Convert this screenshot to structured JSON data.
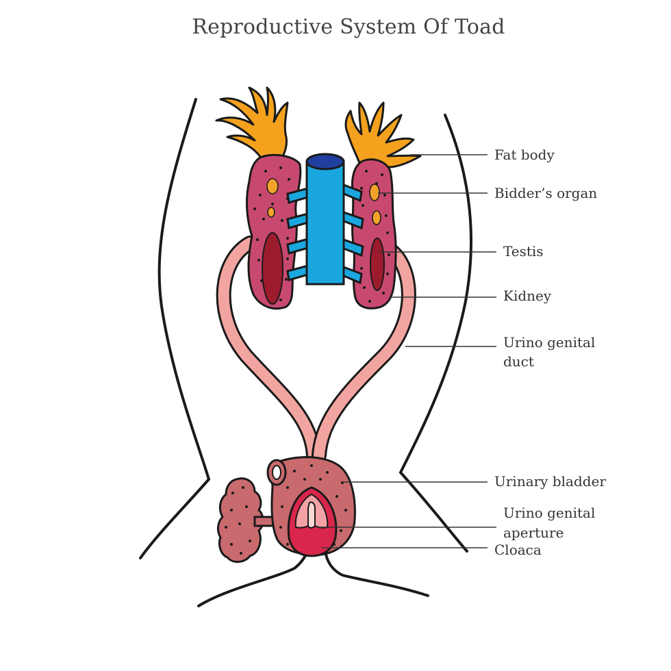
{
  "title": "Reproductive System Of  Toad",
  "labels": {
    "fat_body": "Fat body",
    "bidders_organ": "Bidder’s organ",
    "testis": "Testis",
    "kidney": "Kidney",
    "urino_genital_duct_line1": "Urino genital",
    "urino_genital_duct_line2": "duct",
    "urinary_bladder": "Urinary bladder",
    "urino_genital_aperture_line1": "Urino genital",
    "urino_genital_aperture_line2": "aperture",
    "cloaca": "Cloaca"
  },
  "colors": {
    "outline": "#1a1a1a",
    "fat_body": "#f4a21e",
    "kidney": "#c8496f",
    "testis": "#9c1c2e",
    "bidders_organ": "#f3a32a",
    "vena_cava": "#1aa7e0",
    "vena_cava_top": "#1f3f9e",
    "duct": "#f2a5a0",
    "bladder": "#c96a6e",
    "cloaca": "#d8264c",
    "leader_line": "#333333"
  }
}
